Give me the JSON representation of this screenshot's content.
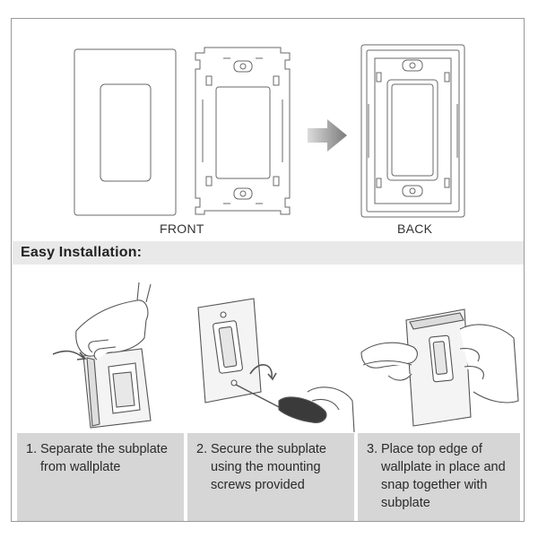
{
  "diagram": {
    "front_label": "FRONT",
    "back_label": "BACK"
  },
  "section": {
    "title": "Easy Installation:"
  },
  "steps": [
    {
      "number": "1.",
      "text": "Separate the subplate from wallplate"
    },
    {
      "number": "2.",
      "text": "Secure the subplate using the mounting screws provided"
    },
    {
      "number": "3.",
      "text": "Place top edge of wallplate in place and snap together with subplate"
    }
  ],
  "colors": {
    "line": "#555555",
    "panel_bg": "#d6d6d6",
    "section_bg": "#e9e9e9",
    "arrow": "#8a8a8a"
  }
}
